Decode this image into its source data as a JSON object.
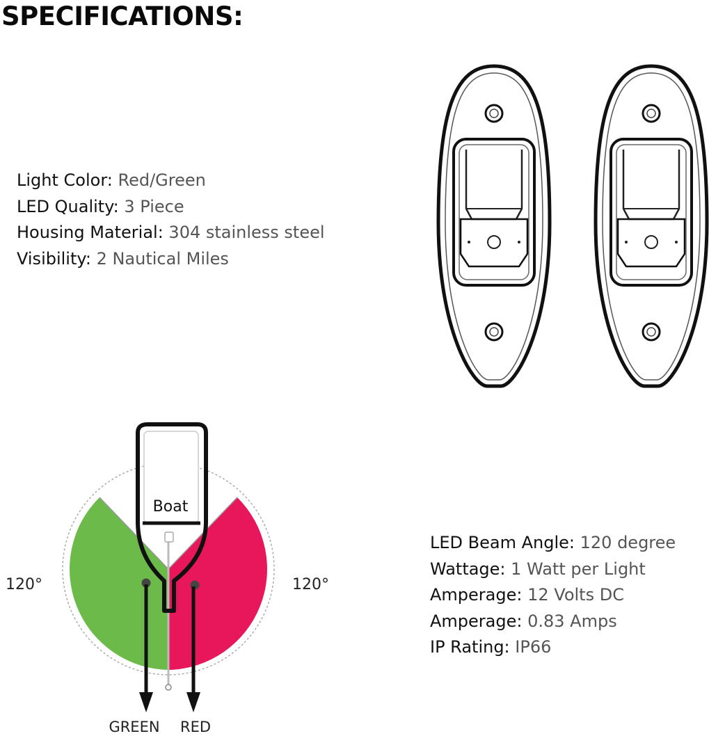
{
  "heading": "SPECIFICATIONS:",
  "specs_top": [
    {
      "label": "Light Color:",
      "value": "Red/Green"
    },
    {
      "label": "LED Quality:",
      "value": "3 Piece"
    },
    {
      "label": "Housing Material:",
      "value": "304 stainless steel"
    },
    {
      "label": "Visibility:",
      "value": "2 Nautical Miles"
    }
  ],
  "specs_bottom": [
    {
      "label": "LED Beam Angle:",
      "value": "120 degree"
    },
    {
      "label": "Wattage:",
      "value": "1 Watt per Light"
    },
    {
      "label": "Amperage:",
      "value": "12 Volts DC"
    },
    {
      "label": "Amperage:",
      "value": "0.83 Amps"
    },
    {
      "label": "IP Rating:",
      "value": "IP66"
    }
  ],
  "diagram": {
    "boat_label": "Boat",
    "left_angle": "120°",
    "right_angle": "120°",
    "left_light": "GREEN",
    "right_light": "RED",
    "colors": {
      "green": "#6cbb4a",
      "red": "#e8175c"
    }
  }
}
